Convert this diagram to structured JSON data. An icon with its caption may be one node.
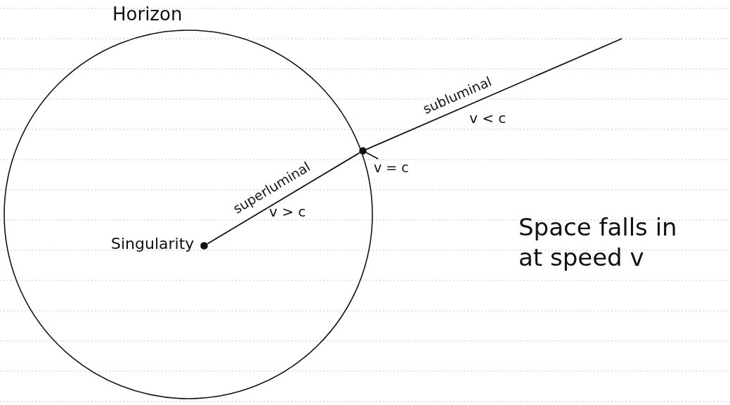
{
  "diagram": {
    "nodes": [
      {
        "text": [
          "Horizon"
        ]
      },
      {
        "text": [],
        "shape": "circle",
        "beside": [
          "Singularity"
        ],
        "in": 0
      },
      {
        "text": [],
        "shape": "circle"
      },
      {
        "text": [
          "v = c"
        ]
      }
    ],
    "edges": [
      {
        "from": 1,
        "to": 2,
        "arrow": "none",
        "label": "superluminal"
      },
      {
        "from": 2,
        "to": null,
        "arrow": "none",
        "label": "subluminal"
      },
      {
        "from": 3,
        "to": 2,
        "arrow": "none"
      }
    ],
    "labels": [
      "v > c",
      "v < c",
      "Space falls in at speed v"
    ]
  }
}
